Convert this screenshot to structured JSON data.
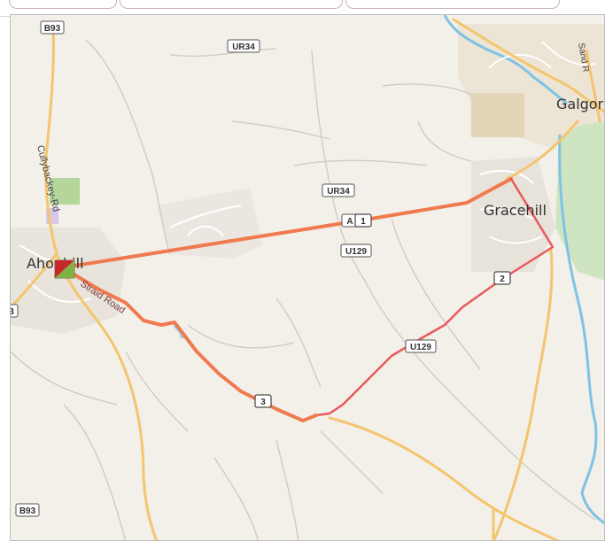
{
  "places": {
    "ahoghill": "Ahoghill",
    "gracehill": "Gracehill",
    "galgorm": "Galgor"
  },
  "street_labels": {
    "cullybackey_rd": "Cullybackey-Rd",
    "straid_road": "Straid Road",
    "sand_rd": "Sand R"
  },
  "road_shields": {
    "b93_top": "B93",
    "ur34_top": "UR34",
    "ur34_mid": "UR34",
    "a_mid": "A",
    "u129_upper": "U129",
    "u129_lower": "U129",
    "b93_bottom": "B93",
    "edge_3": "3"
  },
  "route_markers": {
    "m1": "1",
    "m2": "2",
    "m3": "3"
  },
  "colors": {
    "land": "#f3efe9",
    "route_primary": "#f07a50",
    "route_secondary": "#e85a5a",
    "major_road": "#f4c56d",
    "water": "#7ec3e3",
    "park": "#cfe5c2",
    "urban": "#ded9d1",
    "start_red": "#c62828",
    "start_green": "#7cb342"
  },
  "icons": {
    "start_finish": "start-finish-flag-icon"
  }
}
